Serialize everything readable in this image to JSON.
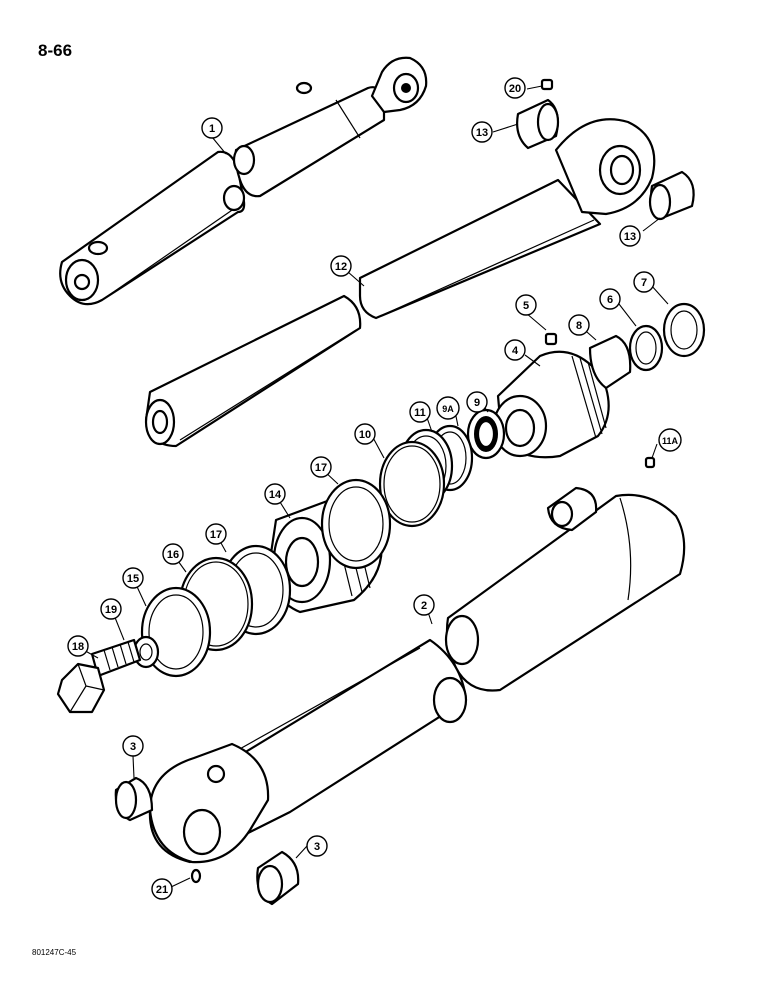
{
  "page": {
    "page_number": "8-66",
    "figure_code": "801247C-45"
  },
  "callouts": [
    {
      "id": "1",
      "label": "1"
    },
    {
      "id": "2",
      "label": "2"
    },
    {
      "id": "3a",
      "label": "3"
    },
    {
      "id": "3b",
      "label": "3"
    },
    {
      "id": "4",
      "label": "4"
    },
    {
      "id": "5",
      "label": "5"
    },
    {
      "id": "6",
      "label": "6"
    },
    {
      "id": "7",
      "label": "7"
    },
    {
      "id": "8",
      "label": "8"
    },
    {
      "id": "9",
      "label": "9"
    },
    {
      "id": "9A",
      "label": "9A"
    },
    {
      "id": "10",
      "label": "10"
    },
    {
      "id": "11",
      "label": "11"
    },
    {
      "id": "11A",
      "label": "11A"
    },
    {
      "id": "12",
      "label": "12"
    },
    {
      "id": "13a",
      "label": "13"
    },
    {
      "id": "13b",
      "label": "13"
    },
    {
      "id": "14",
      "label": "14"
    },
    {
      "id": "15",
      "label": "15"
    },
    {
      "id": "16",
      "label": "16"
    },
    {
      "id": "17a",
      "label": "17"
    },
    {
      "id": "17b",
      "label": "17"
    },
    {
      "id": "18",
      "label": "18"
    },
    {
      "id": "19",
      "label": "19"
    },
    {
      "id": "20",
      "label": "20"
    },
    {
      "id": "21",
      "label": "21"
    }
  ]
}
